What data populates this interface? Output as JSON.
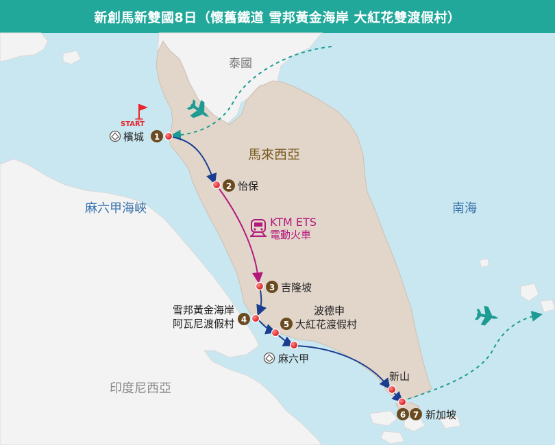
{
  "title": "新創馬新雙國8日（懷舊鐵道 雪邦黃金海岸 大紅花雙渡假村）",
  "regions": {
    "thailand": "泰國",
    "malaysia": "馬來西亞",
    "strait": "麻六甲海峽",
    "south_sea": "南海",
    "indonesia": "印度尼西亞"
  },
  "start_label": "START",
  "train": {
    "name": "KTM ETS",
    "desc": "電動火車"
  },
  "stops": [
    {
      "num": "1",
      "name": "檳城"
    },
    {
      "num": "2",
      "name": "怡保"
    },
    {
      "num": "3",
      "name": "吉隆坡"
    },
    {
      "num": "4",
      "name_line1": "雪邦黃金海岸",
      "name_line2": "阿瓦尼渡假村"
    },
    {
      "num": "5",
      "name_line1": "波德申",
      "name_line2": "大紅花渡假村"
    },
    {
      "name": "麻六甲"
    },
    {
      "name": "新山"
    },
    {
      "num_a": "6",
      "num_b": "7",
      "name": "新加坡"
    }
  ],
  "colors": {
    "header": "#21a89a",
    "sea": "#c9e7f0",
    "land_peninsula": "#e2d6cb",
    "land_other": "#f3f3f3",
    "route_blue": "#1a3d8f",
    "route_train": "#b3187b",
    "flight": "#1d9b93",
    "stop_red": "#e8262c",
    "badge": "#6b4a20",
    "region_blue": "#3a74ad",
    "region_brown": "#7a5a1e"
  }
}
